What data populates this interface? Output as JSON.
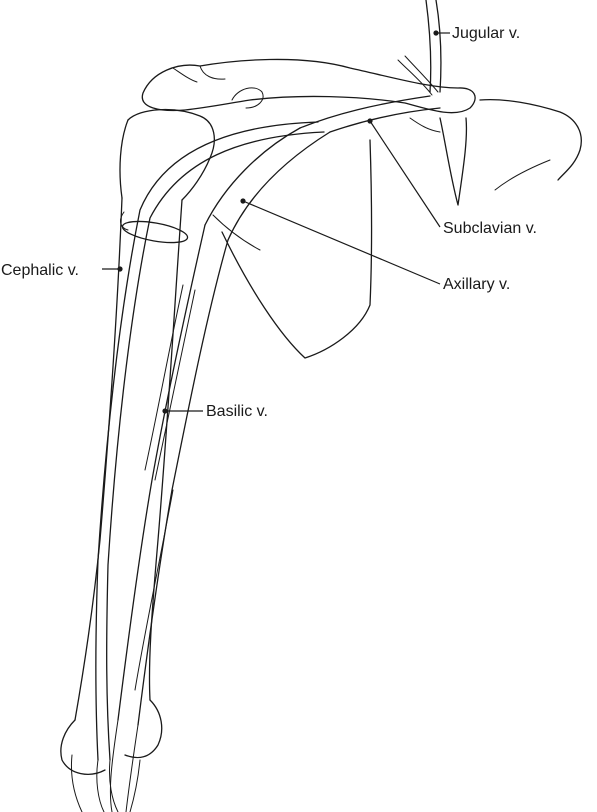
{
  "labels": {
    "jugular": "Jugular v.",
    "subclavian": "Subclavian v.",
    "axillary": "Axillary v.",
    "cephalic": "Cephalic v.",
    "basilic": "Basilic v."
  }
}
